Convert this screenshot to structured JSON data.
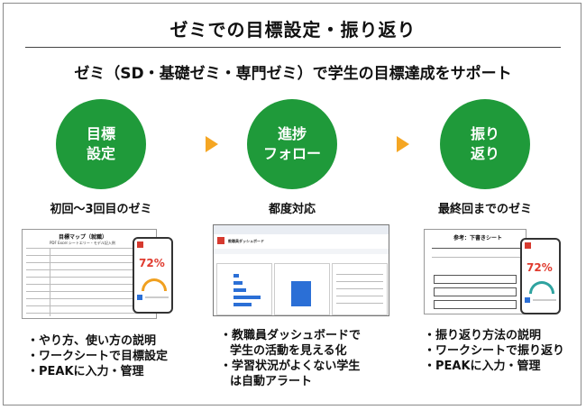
{
  "page": {
    "title": "ゼミでの目標設定・振り返り",
    "subtitle": "ゼミ（SD・基礎ゼミ・専門ゼミ）で学生の目標達成をサポート"
  },
  "steps": [
    {
      "circle": "目標\n設定",
      "caption": "初回〜3回目のゼミ",
      "sheet_title": "目標マップ（就職）",
      "sheet_sub": "PDF Excel シートエリー・モデル記入例",
      "percent": "72%",
      "bullets": [
        "・やり方、使い方の説明",
        "・ワークシートで目標設定",
        "・PEAKに入力・管理"
      ]
    },
    {
      "circle": "進捗\nフォロー",
      "caption": "都度対応",
      "dashboard_title": "教職員ダッシュボード",
      "bullets": [
        "・教職員ダッシュボードで",
        "学生の活動を見える化",
        "・学習状況がよくない学生",
        "は自動アラート"
      ]
    },
    {
      "circle": "振り\n返り",
      "caption": "最終回までのゼミ",
      "sheet_title": "参考：下書きシート",
      "percent": "72%",
      "bullets": [
        "・振り返り方法の説明",
        "・ワークシートで振り返り",
        "・PEAKに入力・管理"
      ]
    }
  ],
  "colors": {
    "circle": "#1f9a3a",
    "arrow": "#f5a623",
    "percent": "#e03b2f",
    "chart_bar": "#2b6fd6"
  }
}
